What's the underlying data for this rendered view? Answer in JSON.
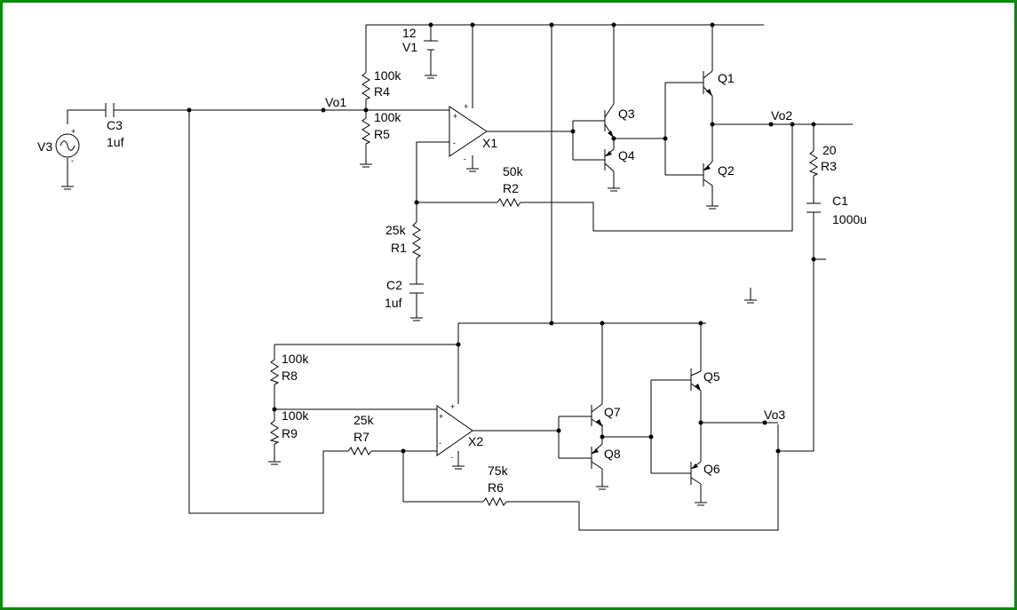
{
  "colors": {
    "frame": "#0a8a0a",
    "wire": "#000000",
    "background": "#ffffff"
  },
  "components": {
    "V1": {
      "name": "V1",
      "value": "12"
    },
    "V3": {
      "name": "V3"
    },
    "C3": {
      "name": "C3",
      "value": "1uf"
    },
    "C2": {
      "name": "C2",
      "value": "1uf"
    },
    "C1": {
      "name": "C1",
      "value": "1000u"
    },
    "R1": {
      "name": "R1",
      "value": "25k"
    },
    "R2": {
      "name": "R2",
      "value": "50k"
    },
    "R3": {
      "name": "R3",
      "value": "20"
    },
    "R4": {
      "name": "R4",
      "value": "100k"
    },
    "R5": {
      "name": "R5",
      "value": "100k"
    },
    "R6": {
      "name": "R6",
      "value": "75k"
    },
    "R7": {
      "name": "R7",
      "value": "25k"
    },
    "R8": {
      "name": "R8",
      "value": "100k"
    },
    "R9": {
      "name": "R9",
      "value": "100k"
    },
    "X1": {
      "name": "X1"
    },
    "X2": {
      "name": "X2"
    },
    "Q1": {
      "name": "Q1"
    },
    "Q2": {
      "name": "Q2"
    },
    "Q3": {
      "name": "Q3"
    },
    "Q4": {
      "name": "Q4"
    },
    "Q5": {
      "name": "Q5"
    },
    "Q6": {
      "name": "Q6"
    },
    "Q7": {
      "name": "Q7"
    },
    "Q8": {
      "name": "Q8"
    }
  },
  "nets": {
    "vo1": "Vo1",
    "vo2": "Vo2",
    "vo3": "Vo3"
  },
  "symbols": {
    "plus": "+",
    "minus": "-"
  }
}
